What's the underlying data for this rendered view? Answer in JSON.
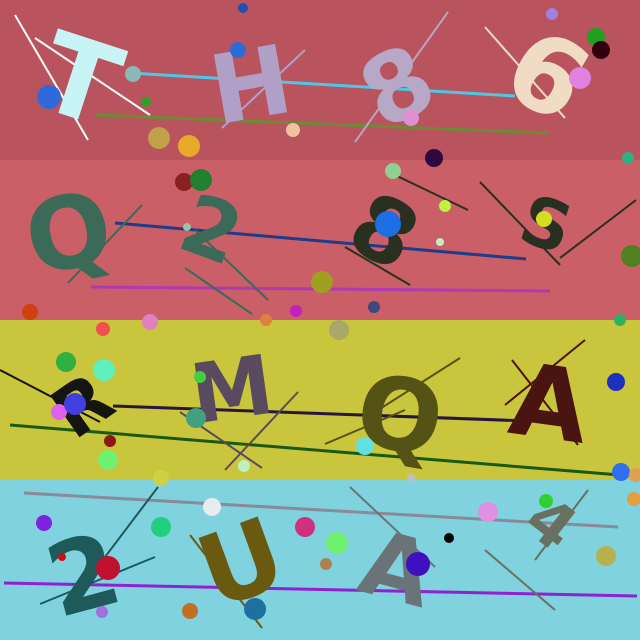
{
  "bands": [
    {
      "color": "#b9545e",
      "chars": [
        "T",
        "H",
        "8",
        "6"
      ],
      "char_colors": [
        "#c8f4f6",
        "#b0a0c8",
        "#b8a8c8",
        "#f0dcc4"
      ]
    },
    {
      "color": "#ca5f68",
      "chars": [
        "Q",
        "2",
        "8",
        "S"
      ],
      "char_colors": [
        "#3c6a58",
        "#3c6a58",
        "#2a3020",
        "#2a3020"
      ]
    },
    {
      "color": "#c9c63d",
      "chars": [
        "R",
        "M",
        "Q",
        "A"
      ],
      "char_colors": [
        "#141410",
        "#5a4a60",
        "#545214",
        "#4a1410"
      ]
    },
    {
      "color": "#7fd2de",
      "chars": [
        "2",
        "U",
        "A",
        "4"
      ],
      "char_colors": [
        "#1e5a5a",
        "#6a5a10",
        "#6a7478",
        "#6a7060"
      ]
    }
  ]
}
